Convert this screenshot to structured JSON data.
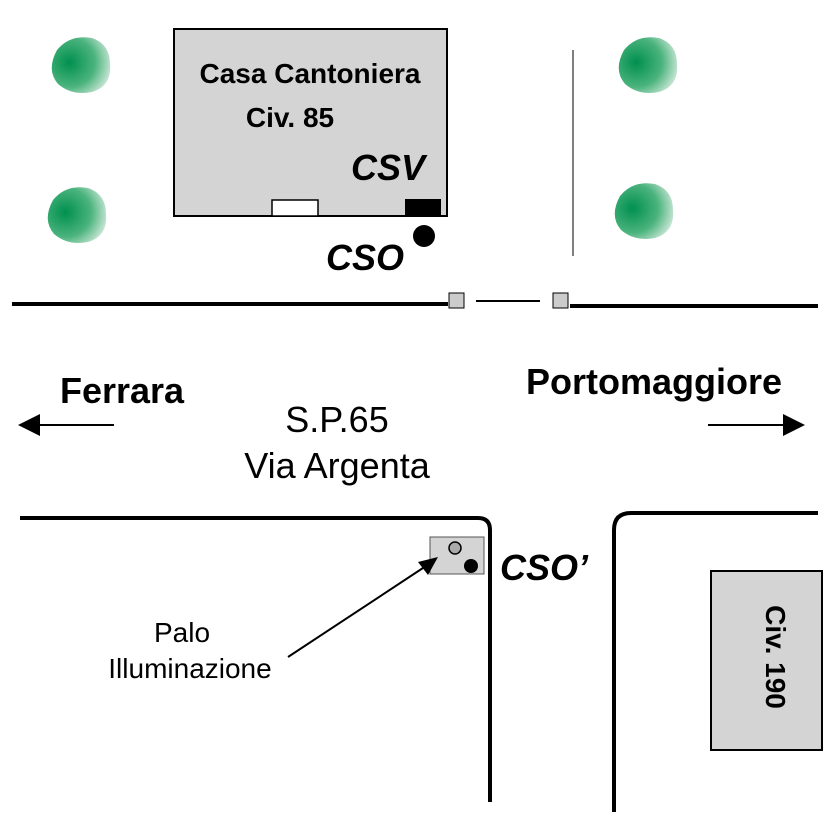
{
  "building_main": {
    "name": "Casa Cantoniera",
    "civic": "Civ. 85",
    "tag": "CSV"
  },
  "cso_label": "CSO",
  "cso_prime_label": "CSO’",
  "directions": {
    "left": "Ferrara",
    "right": "Portomaggiore"
  },
  "road": {
    "code": "S.P.65",
    "name": "Via Argenta"
  },
  "lamp_post": {
    "line1": "Palo",
    "line2": "Illuminazione"
  },
  "building_right": {
    "civic": "Civ. 190"
  },
  "colors": {
    "building_fill": "#d4d4d4",
    "tree_dark": "#009955",
    "tree_light": "#e6f2ea",
    "line": "#000000"
  }
}
